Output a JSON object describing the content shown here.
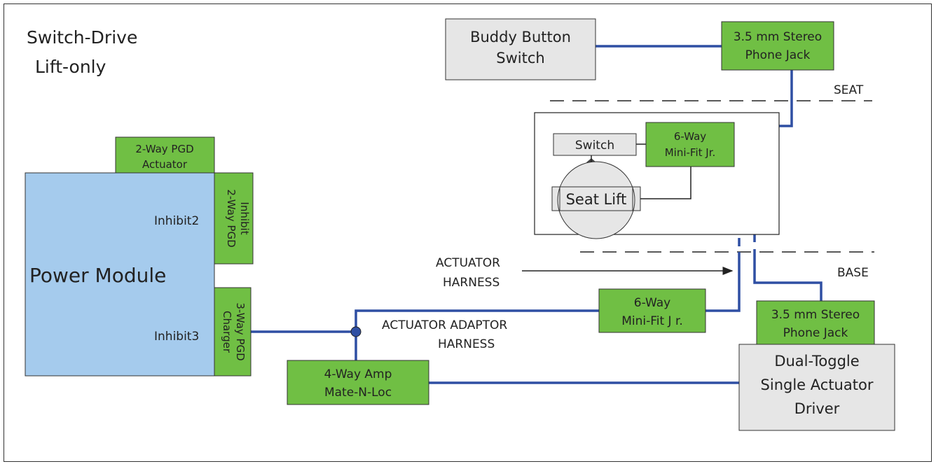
{
  "title": [
    "Switch-Drive",
    "Lift-only"
  ],
  "zones": {
    "seat": "SEAT",
    "base": "BASE"
  },
  "components": {
    "buddy_button": [
      "Buddy Button",
      "Switch"
    ],
    "jack_top": [
      "3.5 mm Stereo",
      "Phone Jack"
    ],
    "jack_bottom": [
      "3.5 mm Stereo",
      "Phone Jack"
    ],
    "switch": "Switch",
    "seat_lift": "Seat Lift",
    "mini_fit_seat": [
      "6-Way",
      "Mini-Fit Jr."
    ],
    "mini_fit_base": [
      "6-Way",
      "Mini-Fit J r."
    ],
    "pgd_actuator": [
      "2-Way PGD",
      "Actuator"
    ],
    "pgd_inhibit": [
      "2-Way PGD",
      "Inhibit"
    ],
    "pgd_charger": [
      "3-Way PGD",
      "Charger"
    ],
    "power_module": "Power Module",
    "inhibit2": "Inhibit2",
    "inhibit3": "Inhibit3",
    "amp_mate": [
      "4-Way Amp",
      "Mate-N-Loc"
    ],
    "driver": [
      "Dual-Toggle",
      "Single Actuator",
      "Driver"
    ]
  },
  "labels": {
    "actuator_harness": [
      "ACTUATOR",
      "HARNESS"
    ],
    "actuator_adaptor_harness": [
      "ACTUATOR ADAPTOR",
      "HARNESS"
    ]
  },
  "colors": {
    "connector_green": "#70bf44",
    "module_blue": "#a5cbed",
    "device_gray": "#e6e6e6",
    "wire_blue": "#2f4fa3"
  }
}
